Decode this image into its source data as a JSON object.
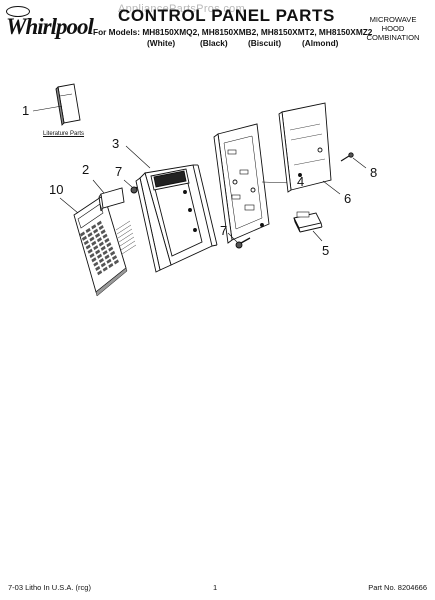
{
  "header": {
    "brand": "Whirlpool",
    "watermark": "AppliancePartsPros.com",
    "title": "CONTROL PANEL PARTS",
    "models_line": "For Models: MH8150XMQ2, MH8150XMB2, MH8150XMT2, MH8150XMZ2",
    "colors": [
      "(White)",
      "(Black)",
      "(Biscuit)",
      "(Almond)"
    ],
    "product_type": [
      "MICROWAVE",
      "HOOD",
      "COMBINATION"
    ]
  },
  "callouts": [
    "1",
    "2",
    "3",
    "4",
    "5",
    "6",
    "7",
    "7",
    "8",
    "10"
  ],
  "literature_label": "Literature Parts",
  "footer": {
    "left": "7-03 Litho In U.S.A. (rcg)",
    "center": "1",
    "right": "Part No. 8204666"
  },
  "colors": {
    "ink": "#111111",
    "paper": "#ffffff",
    "watermark": "#b9b9b9"
  }
}
